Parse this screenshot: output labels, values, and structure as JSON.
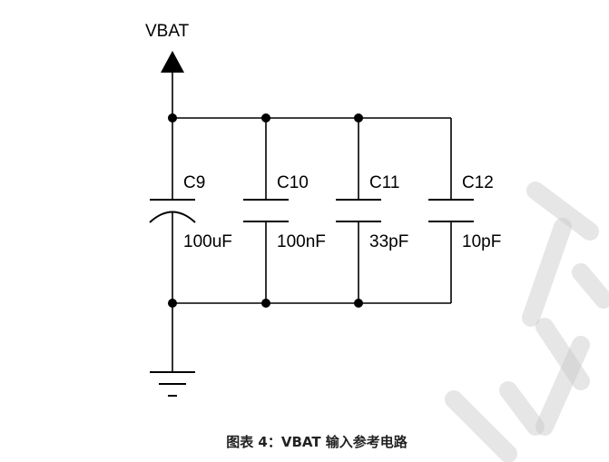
{
  "supply_label": "VBAT",
  "capacitors": [
    {
      "ref": "C9",
      "value": "100uF",
      "kind": "electrolytic"
    },
    {
      "ref": "C10",
      "value": "100nF",
      "kind": "ceramic"
    },
    {
      "ref": "C11",
      "value": "33pF",
      "kind": "ceramic"
    },
    {
      "ref": "C12",
      "value": "10pF",
      "kind": "ceramic"
    }
  ],
  "caption": "图表 4：VBAT 输入参考电路"
}
